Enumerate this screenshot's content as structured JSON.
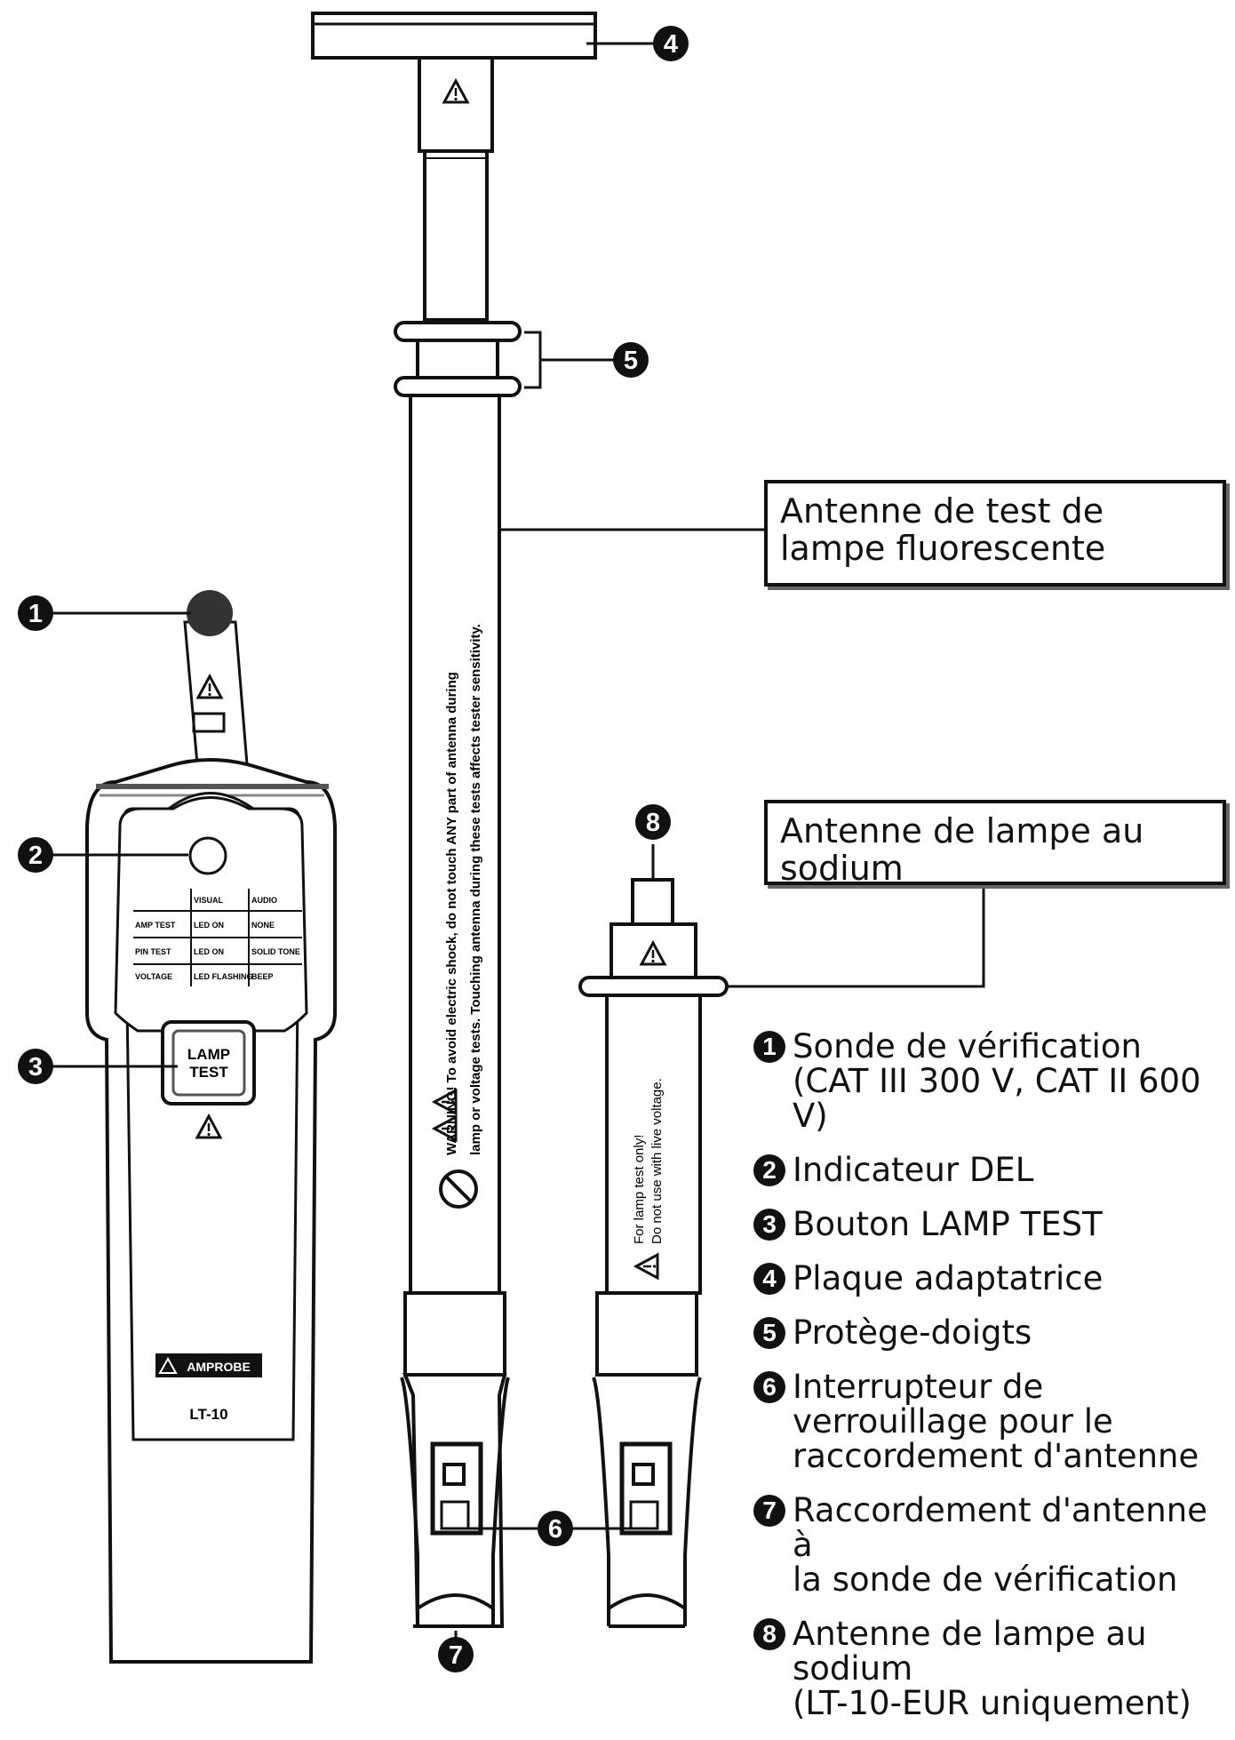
{
  "callouts": {
    "fluorescent_antenna": "Antenne de test de lampe fluorescente",
    "sodium_antenna": "Antenne de lampe au sodium"
  },
  "device": {
    "brand": "AMPROBE",
    "model": "LT-10",
    "button_label_line1": "LAMP",
    "button_label_line2": "TEST",
    "table": {
      "headers": [
        "VISUAL",
        "AUDIO"
      ],
      "rows": [
        {
          "label": "AMP TEST",
          "visual": "LED ON",
          "audio": "NONE"
        },
        {
          "label": "PIN TEST",
          "visual": "LED ON",
          "audio": "SOLID TONE"
        },
        {
          "label": "VOLTAGE",
          "visual": "LED FLASHING",
          "audio": "BEEP"
        }
      ]
    }
  },
  "antenna_text": {
    "fluorescent_line1": "WARNING! To avoid electric shock, do not touch ANY part of antenna during",
    "fluorescent_line2": "lamp or voltage tests. Touching antenna during these tests affects tester sensitivity.",
    "sodium_line1": "For lamp test only!",
    "sodium_line2": "Do not use with live voltage."
  },
  "markers": [
    "1",
    "2",
    "3",
    "4",
    "5",
    "6",
    "7",
    "8"
  ],
  "legend": [
    {
      "num": "1",
      "text": "Sonde de vérification\n(CAT III 300 V, CAT II 600 V)"
    },
    {
      "num": "2",
      "text": "Indicateur DEL"
    },
    {
      "num": "3",
      "text": "Bouton LAMP TEST"
    },
    {
      "num": "4",
      "text": "Plaque adaptatrice"
    },
    {
      "num": "5",
      "text": "Protège-doigts"
    },
    {
      "num": "6",
      "text": "Interrupteur de\nverrouillage pour le\nraccordement d'antenne"
    },
    {
      "num": "7",
      "text": "Raccordement d'antenne à\nla sonde de vérification"
    },
    {
      "num": "8",
      "text": "Antenne de lampe au\nsodium\n(LT-10-EUR uniquement)"
    }
  ]
}
